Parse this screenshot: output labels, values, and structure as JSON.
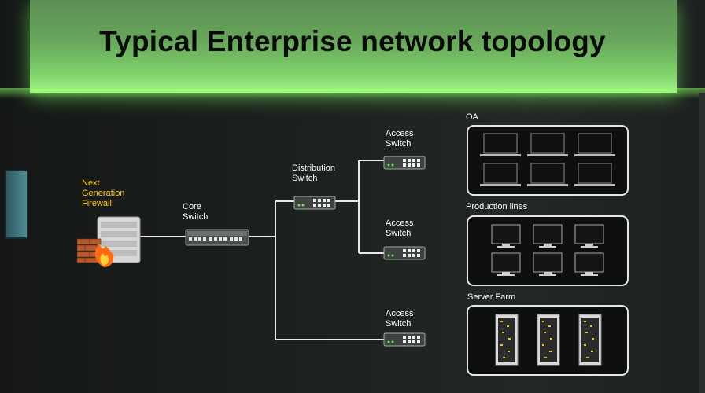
{
  "title": "Typical Enterprise network topology",
  "nodes": {
    "firewall": "Next\nGeneration\nFirewall",
    "core": "Core\nSwitch",
    "distribution": "Distribution\nSwitch",
    "access_top": "Access\nSwitch",
    "access_mid": "Access\nSwitch",
    "access_bottom": "Access\nSwitch"
  },
  "groups": {
    "oa": "OA",
    "production": "Production lines",
    "server_farm": "Server Farm"
  },
  "colors": {
    "banner": "#7fd36a",
    "firewall_label": "#ffd21a",
    "link": "#e8e8e8",
    "background": "#1a1d1c"
  },
  "icons": [
    "laptop-icon",
    "monitor-icon",
    "server-rack-icon",
    "switch-icon",
    "firewall-icon"
  ]
}
